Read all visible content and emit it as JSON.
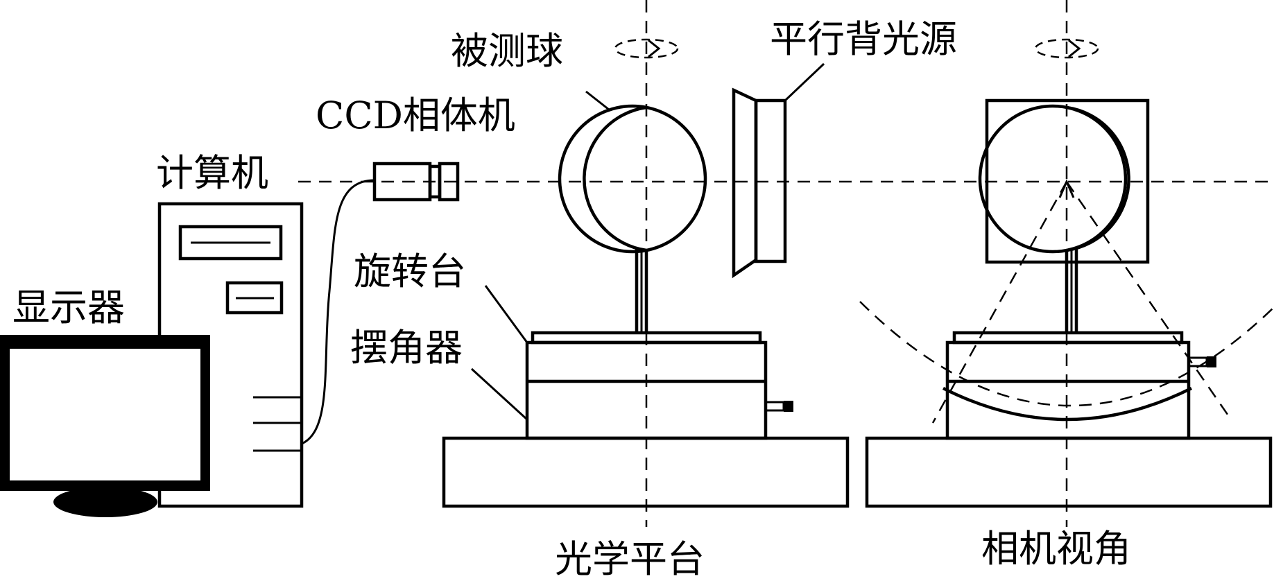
{
  "labels": {
    "computer": "计算机",
    "display": "显示器",
    "ccd_camera": "CCD相体机",
    "measured_ball": "被测球",
    "backlight": "平行背光源",
    "rotary_stage": "旋转台",
    "goniometer": "摆角器",
    "optical_platform": "光学平台",
    "camera_view": "相机视角"
  },
  "colors": {
    "stroke": "#000000",
    "background": "#ffffff",
    "backlight_fill": "#e6e6e6"
  }
}
